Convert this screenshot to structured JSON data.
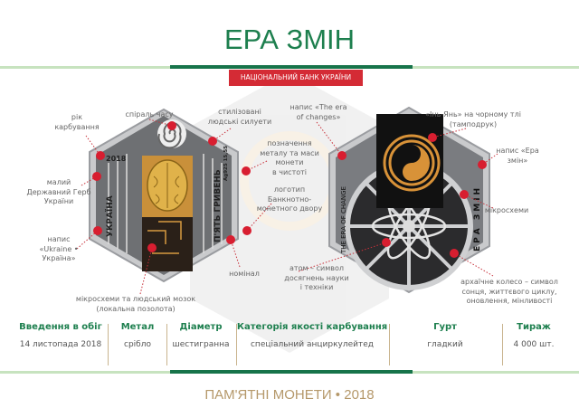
{
  "title": "ЕРА ЗМІН",
  "badge": "НАЦІОНАЛЬНИЙ БАНК УКРАЇНИ",
  "colors": {
    "green": "#1d7f4e",
    "red": "#d42b35",
    "gold": "#b5986a"
  },
  "coin_text": {
    "year": "2018",
    "country": "УКРАЇНА",
    "denomination": "П'ЯТЬ ГРИВЕНЬ",
    "metal": "Ag925 15,55",
    "era_en": "THE ERA OF CHANGE",
    "era_ua": "ЕРА ЗМІН"
  },
  "annotations": {
    "spiral": "спіраль часу",
    "year": [
      "рік",
      "карбування"
    ],
    "silhouettes": [
      "стилізовані",
      "людські силуети"
    ],
    "metal_mark": [
      "позначення",
      "металу та маси",
      "монети",
      "в чистоті"
    ],
    "coat_of_arms": [
      "малий",
      "Державний Герб",
      "України"
    ],
    "ukraine": [
      "напис",
      "«Ukraine •",
      "Україна»"
    ],
    "mint_logo": [
      "логотип",
      "Банкнотно-",
      "монетного двору"
    ],
    "nominal": "номінал",
    "chips_brain": [
      "мікросхеми та людський мозок",
      "(локальна позолота)"
    ],
    "era_en": [
      "напис «The era",
      "of changes»"
    ],
    "atom": [
      "атом – символ",
      "досягнень науки",
      "і техніки"
    ],
    "yin_yang": [
      "«Інь-Янь» на чорному тлі",
      "(тамподрук)"
    ],
    "era_ua": [
      "напис «Ера",
      "змін»"
    ],
    "chips": "мікросхеми",
    "wheel": [
      "архаїчне колесо – символ",
      "сонця, життєвого циклу,",
      "оновлення, мінливості"
    ]
  },
  "specs": [
    {
      "label": "Введення в обіг",
      "value": "14 листопада 2018"
    },
    {
      "label": "Метал",
      "value": "срібло"
    },
    {
      "label": "Діаметр",
      "value": "шестигранна"
    },
    {
      "label": "Категорія якості карбування",
      "value": "спеціальний анциркулейтед"
    },
    {
      "label": "Гурт",
      "value": "гладкий"
    },
    {
      "label": "Тираж",
      "value": "4 000 шт."
    }
  ],
  "footer": "ПАМ'ЯТНІ МОНЕТИ • 2018"
}
